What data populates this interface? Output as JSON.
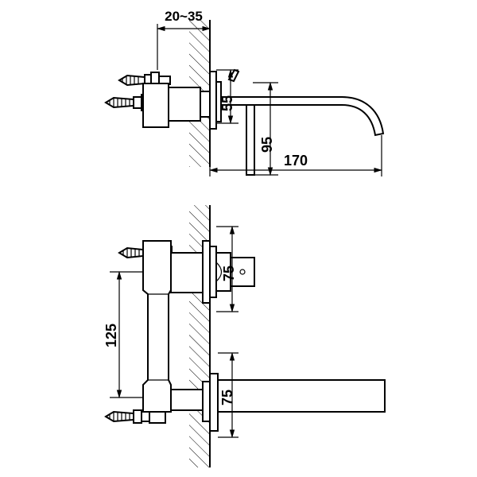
{
  "dimensions": {
    "wall_thickness": "20~35",
    "plate_height": "55",
    "outlet_height": "95",
    "spout_length": "170",
    "handle_plate": "75",
    "spout_plate": "75",
    "center_distance": "125"
  }
}
